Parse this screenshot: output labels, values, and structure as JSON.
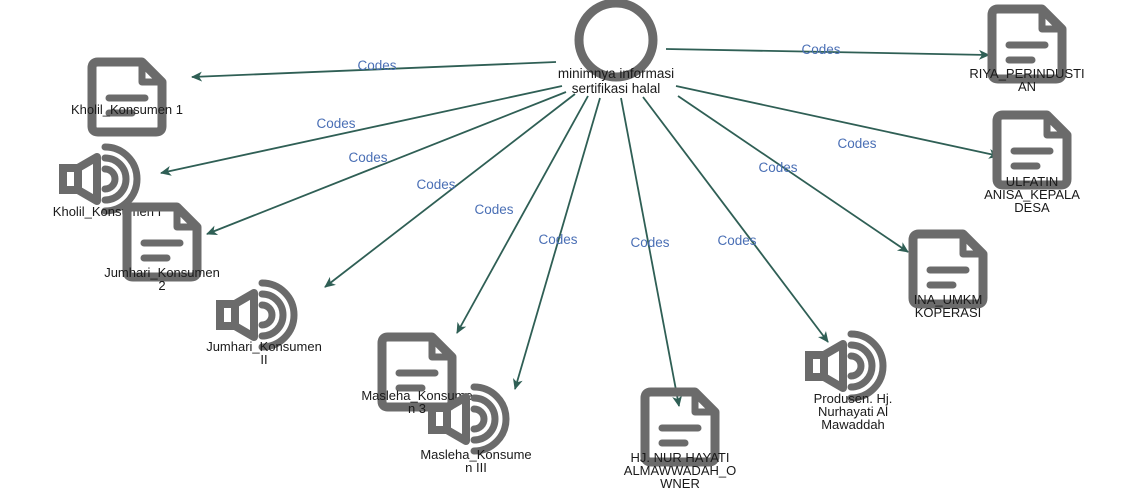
{
  "center": {
    "label_lines": [
      "minimnya informasi",
      "sertifikasi halal"
    ],
    "icon": "circle-node-icon"
  },
  "edge_label": "Codes",
  "nodes": [
    {
      "id": "kholil-konsumen-1",
      "type": "document",
      "label_lines": [
        "Kholil_Konsumen 1"
      ]
    },
    {
      "id": "kholil-konsumen-i",
      "type": "audio",
      "label_lines": [
        "Kholil_Konsumen I"
      ]
    },
    {
      "id": "jumhari-konsumen-2",
      "type": "document",
      "label_lines": [
        "Jumhari_Konsumen",
        "2"
      ]
    },
    {
      "id": "jumhari-konsumen-ii",
      "type": "audio",
      "label_lines": [
        "Jumhari_Konsumen",
        "II"
      ]
    },
    {
      "id": "masleha-konsumen-3",
      "type": "document",
      "label_lines": [
        "Masleha_Konsume",
        "n 3"
      ]
    },
    {
      "id": "masleha-konsumen-iii",
      "type": "audio",
      "label_lines": [
        "Masleha_Konsume",
        "n III"
      ]
    },
    {
      "id": "hj-nur-hayati",
      "type": "document",
      "label_lines": [
        "HJ. NUR HAYATI",
        "ALMAWWADAH_O",
        "WNER"
      ]
    },
    {
      "id": "produsen-hj-nurhayati",
      "type": "audio",
      "label_lines": [
        "Produsen. Hj.",
        "Nurhayati Al",
        "Mawaddah"
      ]
    },
    {
      "id": "ina-umkm-koperasi",
      "type": "document",
      "label_lines": [
        "INA_UMKM",
        "KOPERASI"
      ]
    },
    {
      "id": "ulfatin-anisa",
      "type": "document",
      "label_lines": [
        "ULFATIN",
        "ANISA_KEPALA",
        "DESA"
      ]
    },
    {
      "id": "riya-perindustian",
      "type": "document",
      "label_lines": [
        "RIYA_PERINDUSTI",
        "AN"
      ]
    }
  ],
  "colors": {
    "edge": "#2f5f55",
    "edge_label": "#4a6fb5",
    "icon": "#6b6b6b",
    "text": "#1a1a1a"
  }
}
